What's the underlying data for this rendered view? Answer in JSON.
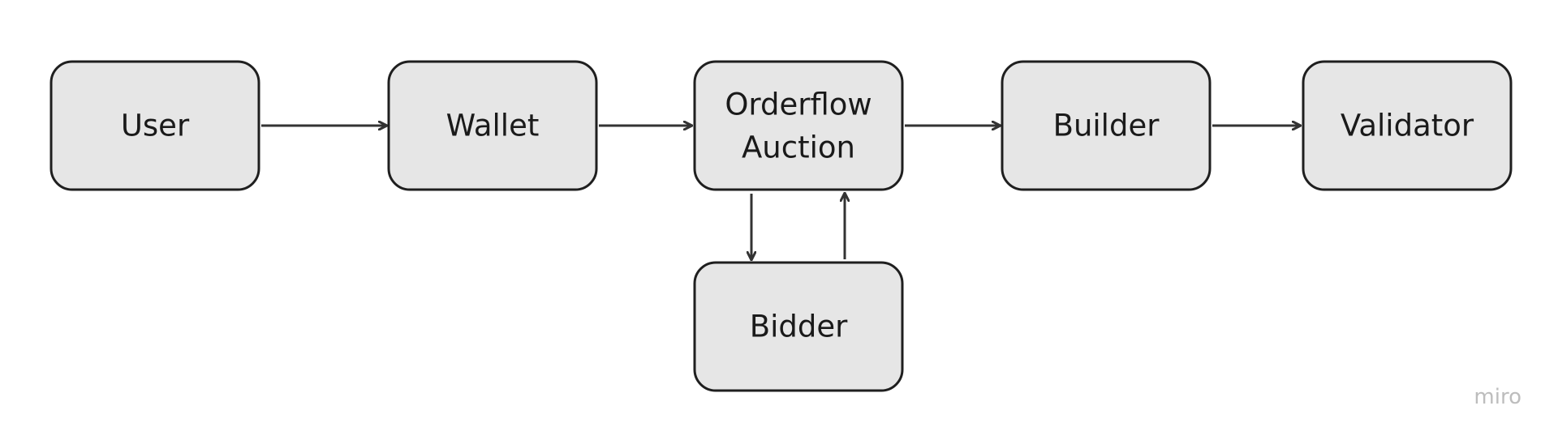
{
  "diagram": {
    "nodes": {
      "user": {
        "label": "User"
      },
      "wallet": {
        "label": "Wallet"
      },
      "orderflow_auction": {
        "label_line1": "Orderflow",
        "label_line2": "Auction"
      },
      "builder": {
        "label": "Builder"
      },
      "validator": {
        "label": "Validator"
      },
      "bidder": {
        "label": "Bidder"
      }
    },
    "edges": [
      {
        "from": "User",
        "to": "Wallet"
      },
      {
        "from": "Wallet",
        "to": "Orderflow Auction"
      },
      {
        "from": "Orderflow Auction",
        "to": "Builder"
      },
      {
        "from": "Builder",
        "to": "Validator"
      },
      {
        "from": "Orderflow Auction",
        "to": "Bidder"
      },
      {
        "from": "Bidder",
        "to": "Orderflow Auction"
      }
    ],
    "colors": {
      "node_fill": "#e6e6e6",
      "node_stroke": "#1f1f1f",
      "edge": "#333333",
      "watermark": "#bdbdbd"
    }
  },
  "watermark": {
    "text": "miro"
  }
}
